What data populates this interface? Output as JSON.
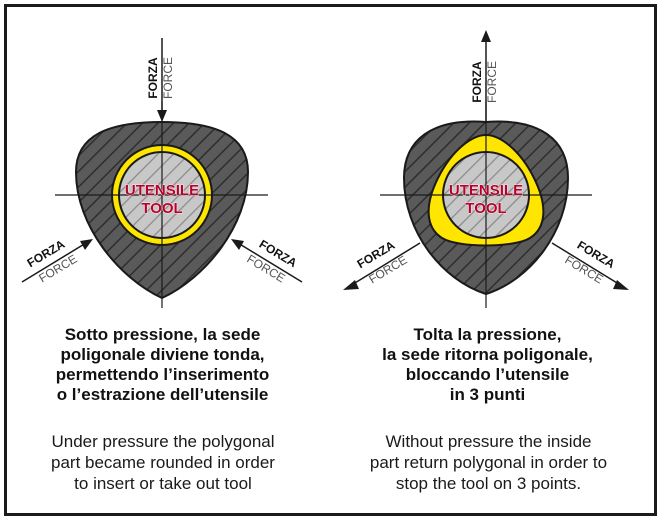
{
  "left_panel": {
    "tool_label_it": "UTENSILE",
    "tool_label_en": "TOOL",
    "forces": [
      {
        "it": "FORZA",
        "en": "FORCE"
      },
      {
        "it": "FORZA",
        "en": "FORCE"
      },
      {
        "it": "FORZA",
        "en": "FORCE"
      }
    ],
    "caption_it": [
      "Sotto pressione, la sede",
      "poligonale diviene tonda,",
      "permettendo l’inserimento",
      "o l’estrazione dell’utensile"
    ],
    "caption_en": [
      "Under pressure the polygonal",
      "part became rounded in order",
      "to insert or take out tool"
    ]
  },
  "right_panel": {
    "tool_label_it": "UTENSILE",
    "tool_label_en": "TOOL",
    "forces": [
      {
        "it": "FORZA",
        "en": "FORCE"
      },
      {
        "it": "FORZA",
        "en": "FORCE"
      },
      {
        "it": "FORZA",
        "en": "FORCE"
      }
    ],
    "caption_it": [
      "Tolta la pressione,",
      "la sede ritorna poligonale,",
      "bloccando l’utensile",
      "in 3 punti"
    ],
    "caption_en": [
      "Without pressure the inside",
      "part return polygonal in order to",
      "stop the tool on 3 points."
    ]
  },
  "colors": {
    "body_dark": "#5a5a5a",
    "tool_grey": "#c8c8c8",
    "ring_yellow": "#ffe600",
    "label_red": "#b7002b"
  }
}
